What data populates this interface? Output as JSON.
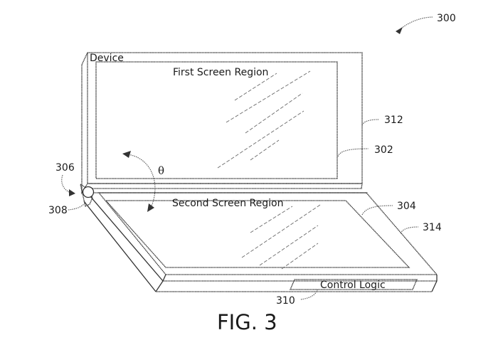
{
  "figure": {
    "caption": "FIG. 3",
    "reference_numeral": "300"
  },
  "device": {
    "label": "Device",
    "first_screen": {
      "label": "First Screen Region",
      "ref": "302",
      "housing_ref": "312"
    },
    "second_screen": {
      "label": "Second Screen Region",
      "ref": "304",
      "housing_ref": "314"
    },
    "hinge": {
      "ref": "306",
      "pivot_ref": "308",
      "angle_symbol": "θ"
    },
    "control_logic": {
      "label": "Control Logic",
      "ref": "310"
    }
  },
  "colors": {
    "line": "#3a3a3a",
    "background": "#ffffff"
  }
}
